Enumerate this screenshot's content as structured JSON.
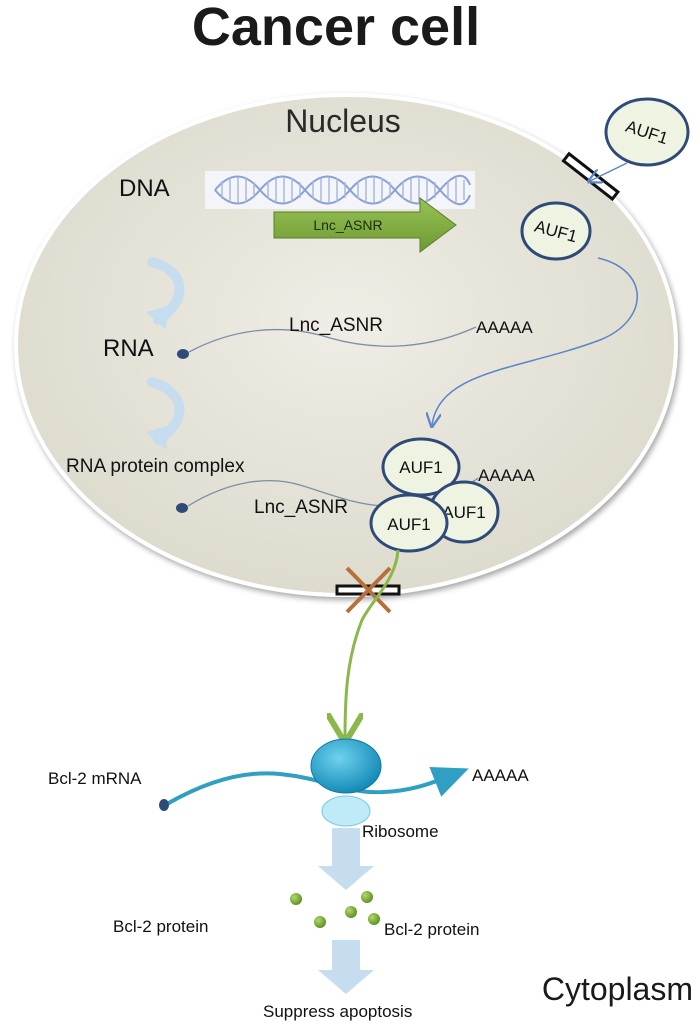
{
  "title": "Cancer cell",
  "nucleus_label": "Nucleus",
  "cytoplasm_label": "Cytoplasm",
  "dna_label": "DNA",
  "gene_label": "Lnc_ASNR",
  "rna_label": "RNA",
  "rna_protein_complex_label": "RNA protein complex",
  "lnc_rna_label": "Lnc_ASNR",
  "lnc_rna_tail": "AAAAA",
  "complex_lnc_label": "Lnc_ASNR",
  "complex_tail": "AAAAA",
  "auf1_outside": "AUF1",
  "auf1_inside": "AUF1",
  "auf1_complex": [
    "AUF1",
    "AUF1",
    "AUF1"
  ],
  "bcl2_mrna_label": "Bcl-2 mRNA",
  "bcl2_mrna_tail": "AAAAA",
  "ribosome_label": "Ribosome",
  "bcl2_protein_left": "Bcl-2 protein",
  "bcl2_protein_right": "Bcl-2 protein",
  "outcome_label": "Suppress apoptosis",
  "colors": {
    "nucleus_fill": "#e5e3d8",
    "auf1_fill": "#eef3e2",
    "auf1_stroke": "#2e4a78",
    "gene_arrow": "#7ea83c",
    "mrna": "#2f9fc4",
    "ribosome_large": "#1aa3cf",
    "ribosome_small": "#bfeaf7",
    "protein": "#7fb23a",
    "block_x": "#b8703a",
    "export_arrow": "#8ab84a",
    "process_arrow": "#c6ddf0"
  }
}
